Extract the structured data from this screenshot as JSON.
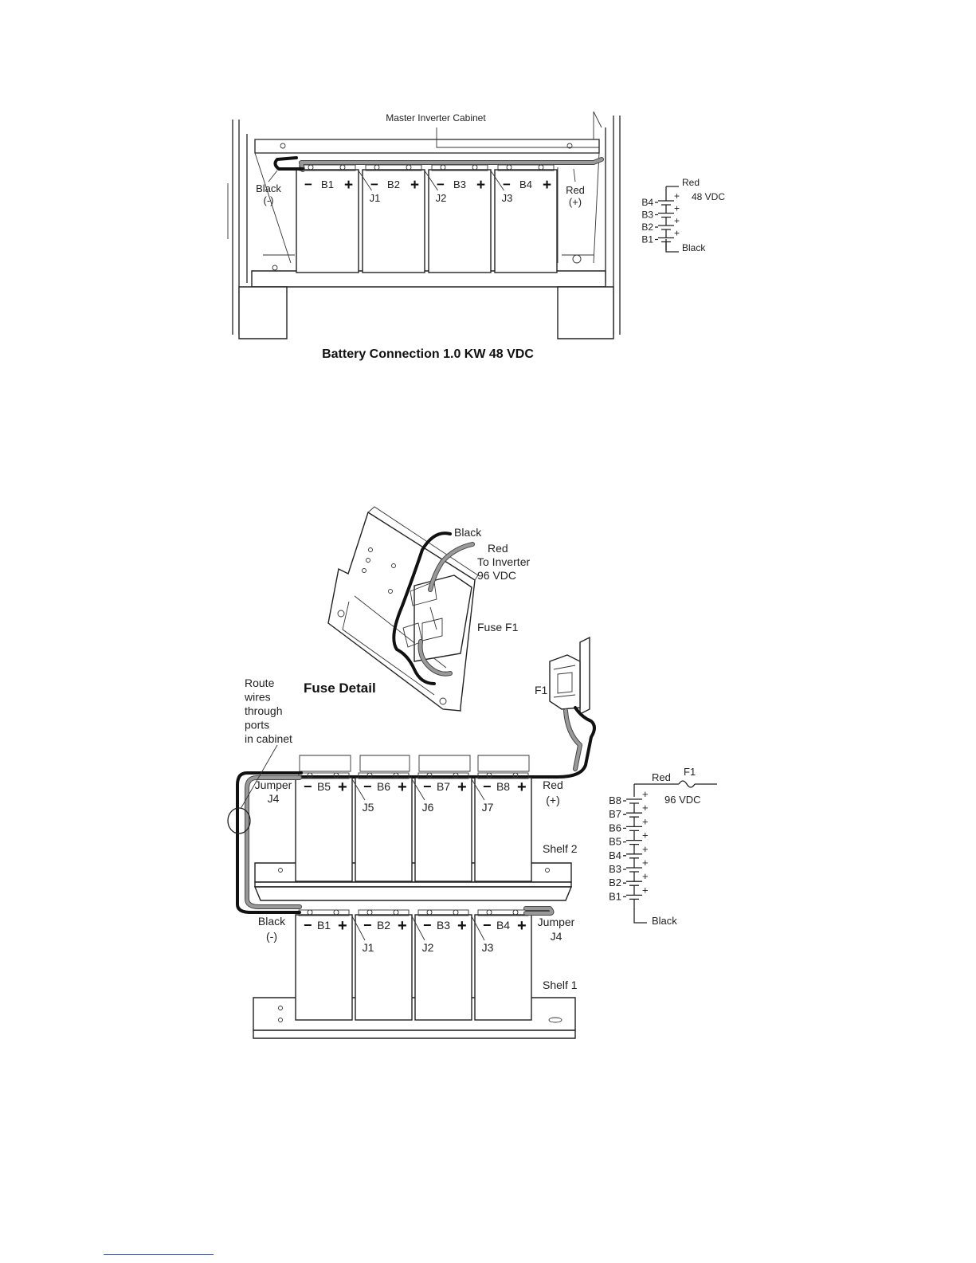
{
  "fig1": {
    "cabinet_label": "Master Inverter Cabinet",
    "caption": "Battery Connection 1.0 KW 48 VDC",
    "batteries": [
      {
        "name": "B1",
        "neg": "−",
        "pos": "+"
      },
      {
        "name": "B2",
        "neg": "−",
        "pos": "+"
      },
      {
        "name": "B3",
        "neg": "−",
        "pos": "+"
      },
      {
        "name": "B4",
        "neg": "−",
        "pos": "+"
      }
    ],
    "jumpers": [
      "J1",
      "J2",
      "J3"
    ],
    "black_label": "Black",
    "black_polarity": "(-)",
    "red_label": "Red",
    "red_polarity": "(+)",
    "schematic": {
      "red": "Red",
      "voltage": "48 VDC",
      "black": "Black",
      "cells": [
        "B4",
        "B3",
        "B2",
        "B1"
      ],
      "plus": "+"
    }
  },
  "fig2": {
    "fuse_detail_title": "Fuse Detail",
    "fuse_black": "Black",
    "fuse_red": "Red",
    "fuse_to_inverter": "To Inverter",
    "fuse_voltage": "96 VDC",
    "fuse_label": "Fuse F1",
    "f1_label": "F1",
    "route_note": [
      "Route",
      "wires",
      "through",
      "ports",
      "in cabinet"
    ],
    "jumper_left": [
      "Jumper",
      "J4"
    ],
    "jumper_right": [
      "Jumper",
      "J4"
    ],
    "shelf2": "Shelf 2",
    "shelf1": "Shelf 1",
    "red_label": "Red",
    "red_polarity": "(+)",
    "black_label": "Black",
    "black_polarity": "(-)",
    "top_batteries": [
      {
        "name": "B5",
        "neg": "−",
        "pos": "+"
      },
      {
        "name": "B6",
        "neg": "−",
        "pos": "+"
      },
      {
        "name": "B7",
        "neg": "−",
        "pos": "+"
      },
      {
        "name": "B8",
        "neg": "−",
        "pos": "+"
      }
    ],
    "top_jumpers": [
      "J5",
      "J6",
      "J7"
    ],
    "bottom_batteries": [
      {
        "name": "B1",
        "neg": "−",
        "pos": "+"
      },
      {
        "name": "B2",
        "neg": "−",
        "pos": "+"
      },
      {
        "name": "B3",
        "neg": "−",
        "pos": "+"
      },
      {
        "name": "B4",
        "neg": "−",
        "pos": "+"
      }
    ],
    "bottom_jumpers": [
      "J1",
      "J2",
      "J3"
    ],
    "schematic": {
      "red": "Red",
      "fuse": "F1",
      "voltage": "96 VDC",
      "black": "Black",
      "cells": [
        "B8",
        "B7",
        "B6",
        "B5",
        "B4",
        "B3",
        "B2",
        "B1"
      ],
      "plus": "+"
    }
  }
}
